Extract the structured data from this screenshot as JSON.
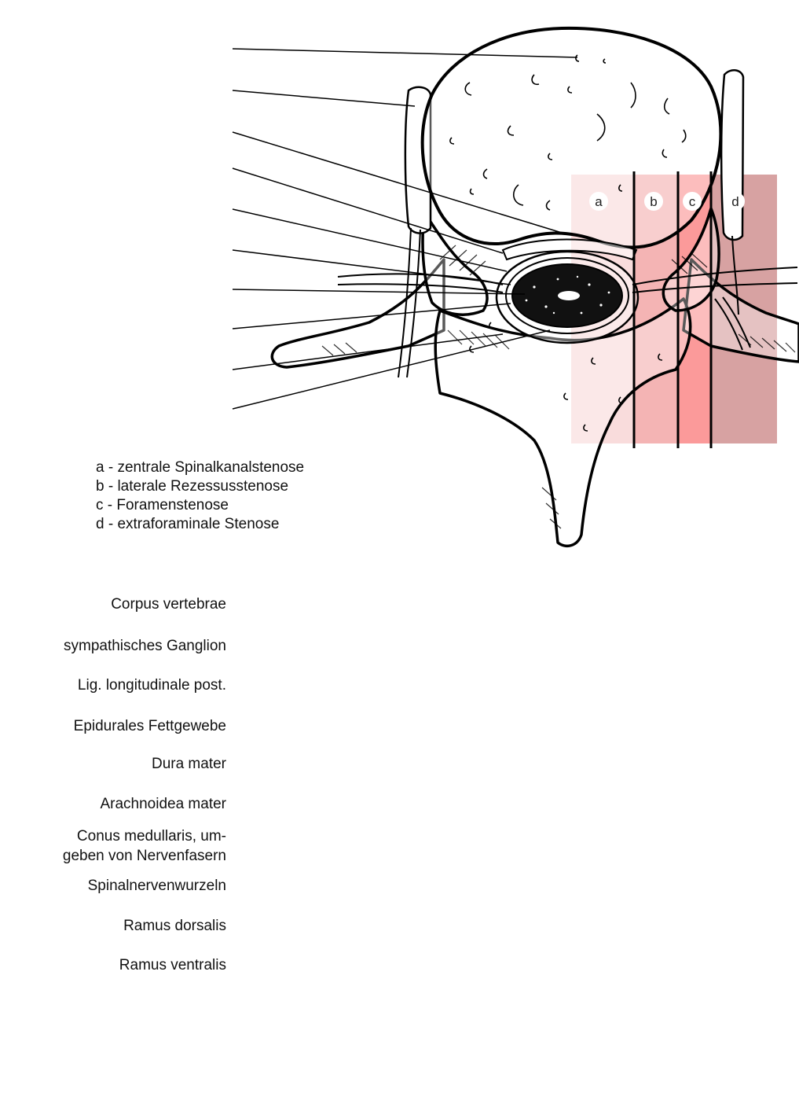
{
  "labels": [
    "Corpus vertebrae",
    "sympathisches Ganglion",
    "Lig. longitudinale post.",
    "Epidurales Fettgewebe",
    "Dura mater",
    "Arachnoidea mater",
    "Conus medullaris, um-",
    "geben von Nervenfasern",
    "Spinalnervenwurzeln",
    "Ramus dorsalis",
    "Ramus ventralis"
  ],
  "zones": [
    {
      "letter": "a",
      "color": "#f9dcdc"
    },
    {
      "letter": "b",
      "color": "#f4b4b4"
    },
    {
      "letter": "c",
      "color": "#fb9a9a"
    },
    {
      "letter": "d",
      "color": "#d49a9a"
    }
  ],
  "legend": [
    "a - zentrale Spinalkanalstenose",
    "b - laterale Rezessusstenose",
    "c - Foramenstenose",
    "d - extraforaminale Stenose"
  ]
}
